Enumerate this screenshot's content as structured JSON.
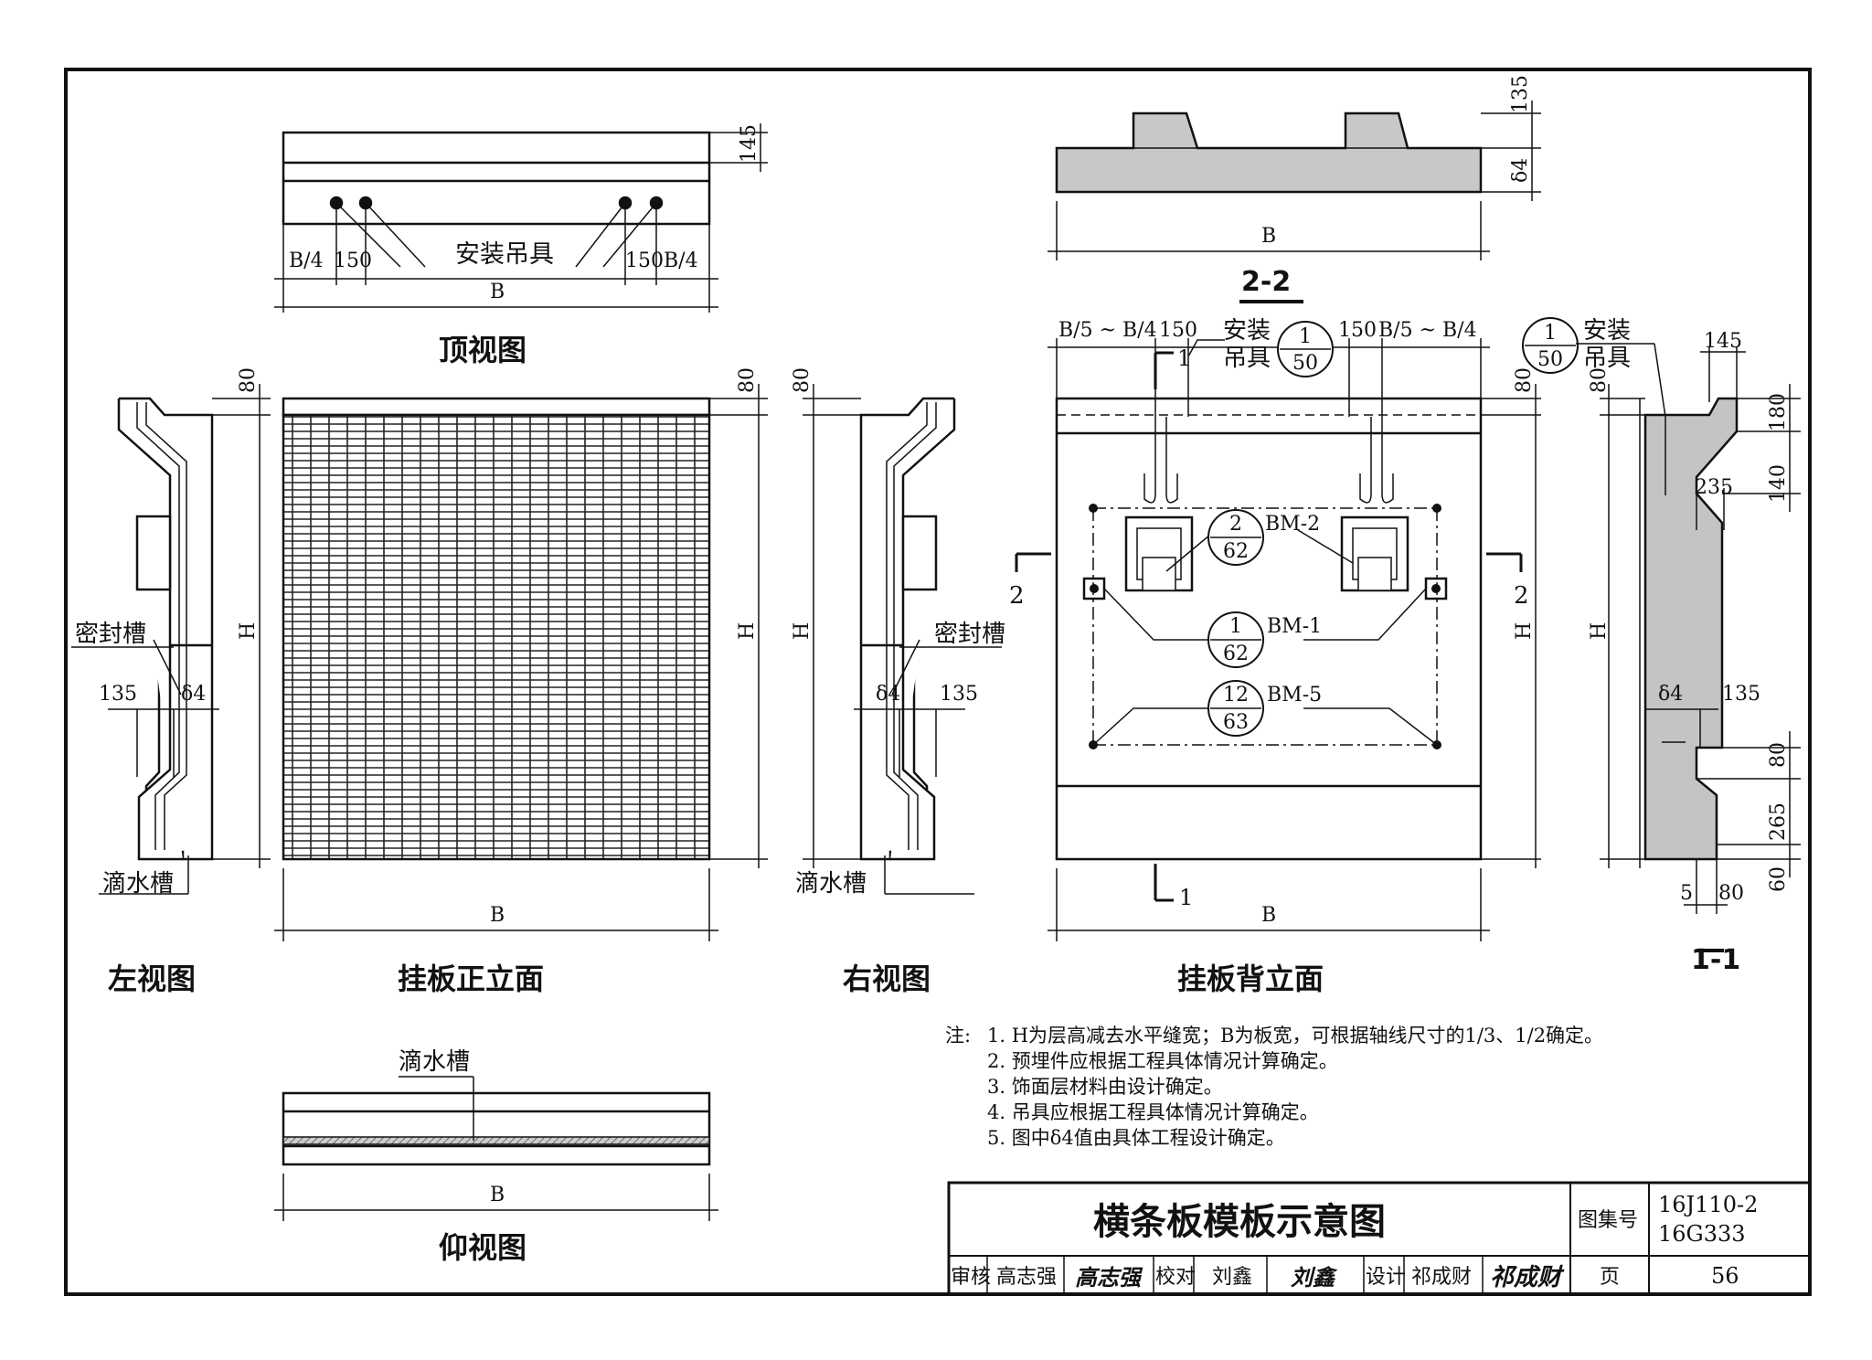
{
  "views": {
    "top": "顶视图",
    "front": "挂板正立面",
    "left": "左视图",
    "right": "右视图",
    "back": "挂板背立面",
    "bottom": "仰视图",
    "section_22": "2-2",
    "section_11": "1-1"
  },
  "labels": {
    "lifting": "安装吊具",
    "lifting_a": "安装",
    "lifting_b": "吊具",
    "seal_groove": "密封槽",
    "drip_groove": "滴水槽",
    "delta4": "δ4",
    "B": "B",
    "H": "H",
    "B4": "B/4",
    "B5B4": "B/5 ~ B/4",
    "sec1": "1",
    "sec2": "2"
  },
  "dims": {
    "d145": "145",
    "d150": "150",
    "d80": "80",
    "d135": "135",
    "d180": "180",
    "d140": "140",
    "d235": "235",
    "d265": "265",
    "d60": "60",
    "d5": "5"
  },
  "refs": {
    "r150_num": "1",
    "r150_den": "50",
    "bm2_num": "2",
    "bm2_den": "62",
    "bm2_name": "BM-2",
    "bm1_num": "1",
    "bm1_den": "62",
    "bm1_name": "BM-1",
    "bm5_num": "12",
    "bm5_den": "63",
    "bm5_name": "BM-5"
  },
  "notes": {
    "prefix": "注:",
    "items": [
      "1. H为层高减去水平缝宽；B为板宽，可根据轴线尺寸的1/3、1/2确定。",
      "2. 预埋件应根据工程具体情况计算确定。",
      "3. 饰面层材料由设计确定。",
      "4. 吊具应根据工程具体情况计算确定。",
      "5. 图中δ4值由具体工程设计确定。"
    ]
  },
  "title_block": {
    "title": "横条板模板示意图",
    "atlas_label": "图集号",
    "atlas_1": "16J110-2",
    "atlas_2": "16G333",
    "review_label": "审核",
    "reviewer": "高志强",
    "reviewer_sig": "高志强",
    "check_label": "校对",
    "checker": "刘鑫",
    "checker_sig": "刘鑫",
    "design_label": "设计",
    "designer": "祁成财",
    "designer_sig": "祁成财",
    "page_label": "页",
    "page": "56"
  }
}
